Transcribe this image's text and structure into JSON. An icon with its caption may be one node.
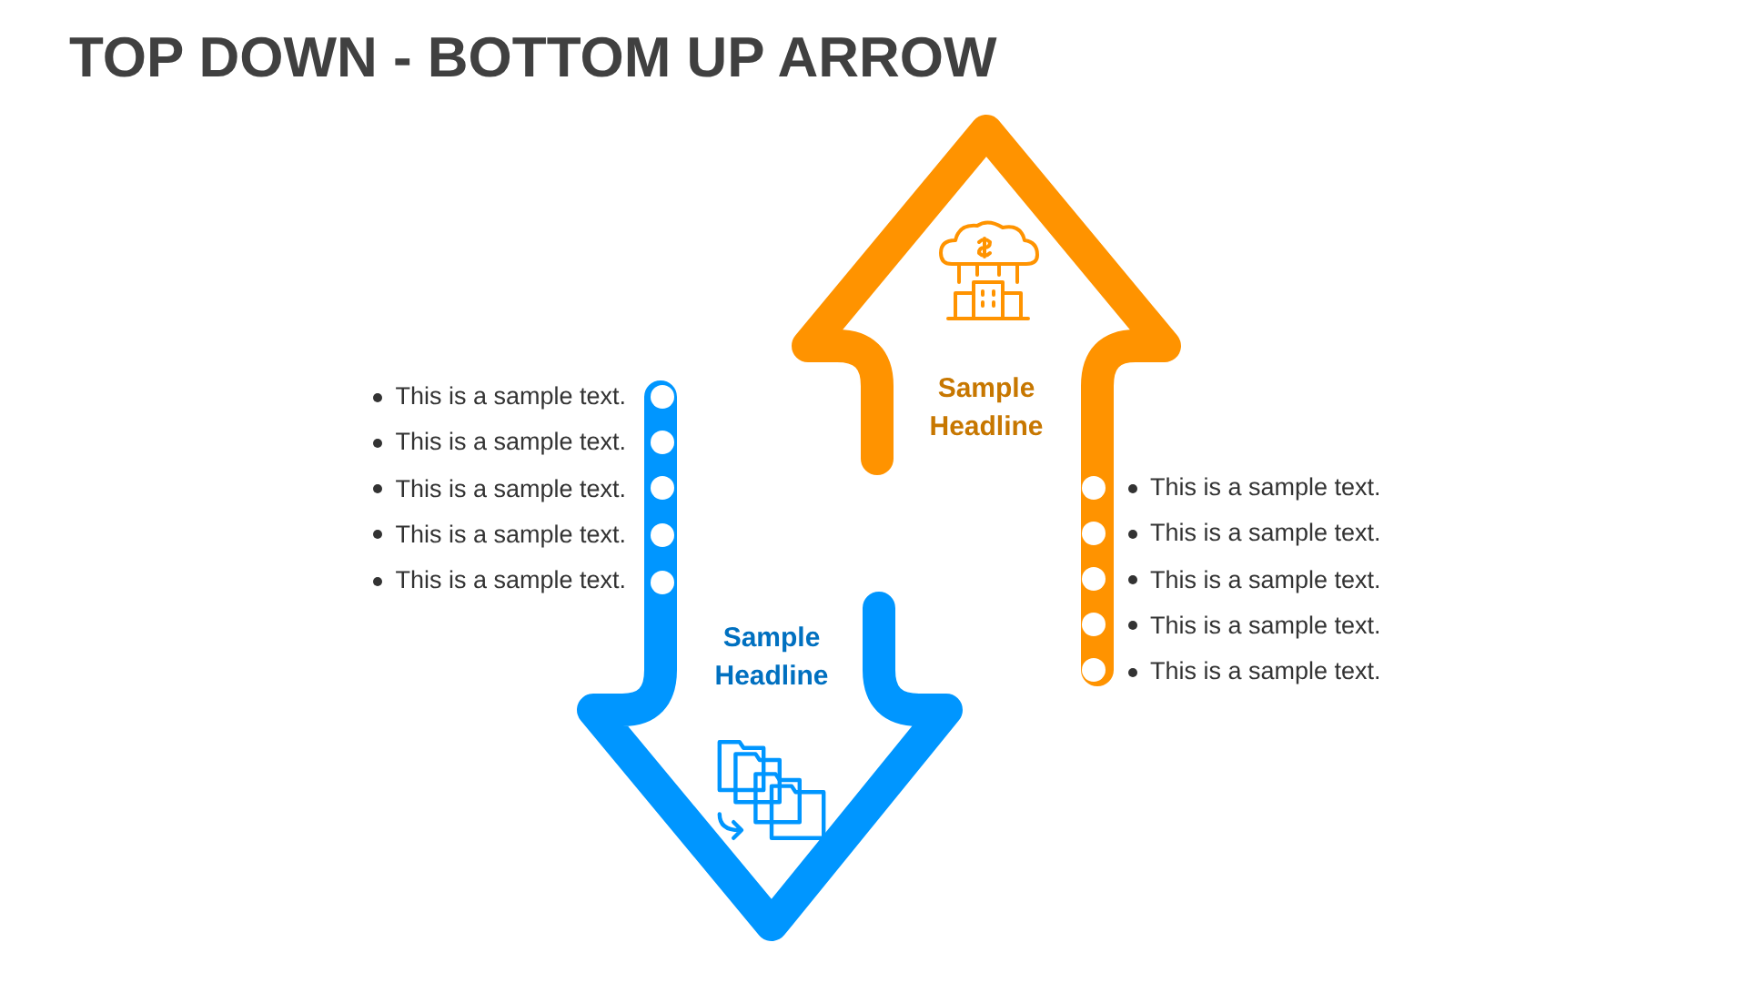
{
  "diagram": {
    "title": "TOP DOWN - BOTTOM UP ARROW",
    "nodes": [
      {
        "text": [
          "Sample Headline"
        ]
      },
      {
        "text": [
          "Sample Headline"
        ]
      }
    ],
    "edges": [],
    "labels": [
      "This is a sample text.",
      "This is a sample text.",
      "This is a sample text.",
      "This is a sample text.",
      "This is a sample text.",
      "This is a sample text.",
      "This is a sample text.",
      "This is a sample text.",
      "This is a sample text.",
      "This is a sample text."
    ]
  }
}
